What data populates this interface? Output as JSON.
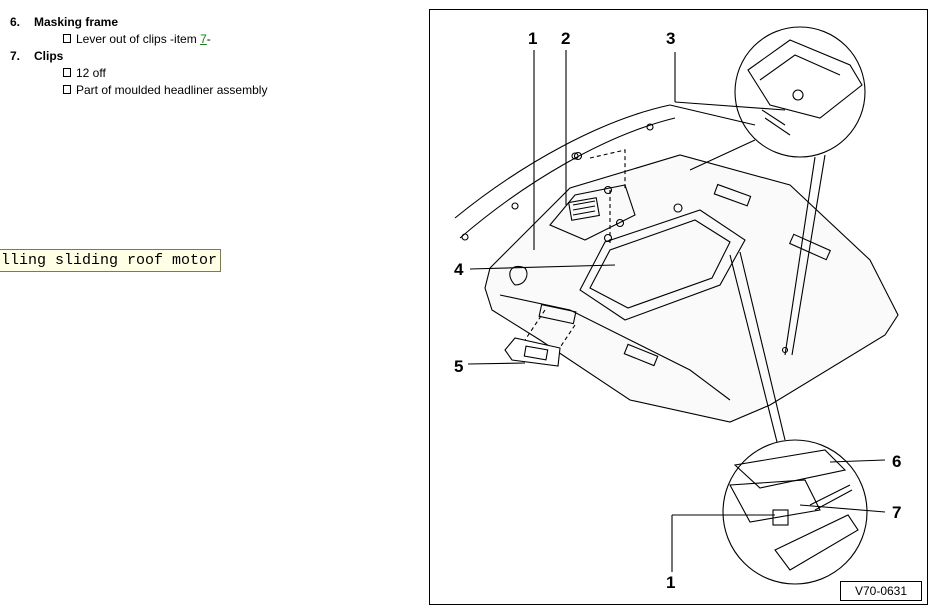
{
  "items": [
    {
      "number": "6.",
      "title": "Masking frame",
      "subitems": [
        {
          "prefix": "Lever out of clips -item ",
          "link": "7",
          "suffix": "-"
        }
      ]
    },
    {
      "number": "7.",
      "title": "Clips",
      "subitems": [
        {
          "text": "12 off"
        },
        {
          "text": "Part of moulded headliner assembly"
        }
      ]
    }
  ],
  "tooltip": {
    "text": "lling sliding roof motor"
  },
  "figure": {
    "code": "V70-0631",
    "callouts": {
      "c1_top": "1",
      "c2": "2",
      "c3": "3",
      "c4": "4",
      "c5": "5",
      "c6": "6",
      "c7": "7",
      "c1_bottom": "1"
    }
  }
}
